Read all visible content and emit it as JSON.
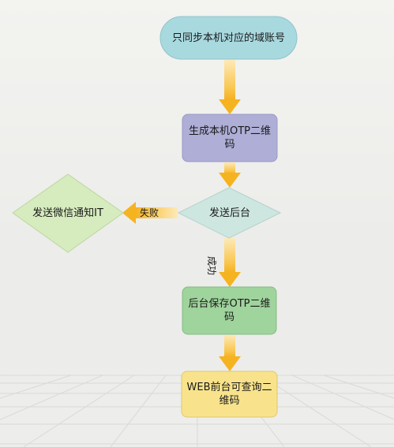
{
  "nodes": {
    "start": {
      "label": "只同步本机对应的域账号",
      "fill": "#a8d9df",
      "stroke": "#8fc4ca"
    },
    "generate": {
      "label": "生成本机OTP二维码",
      "fill": "#aeaed7",
      "stroke": "#9a9ac6"
    },
    "send": {
      "label": "发送后台",
      "fill": "#cde6e0",
      "stroke": "#b3d2cb"
    },
    "notify": {
      "label": "发送微信通知IT",
      "fill": "#d6ebbe",
      "stroke": "#bcd7a0"
    },
    "save": {
      "label": "后台保存OTP二维码",
      "fill": "#9fd49c",
      "stroke": "#86bd83"
    },
    "web": {
      "label": "WEB前台可查询二维码",
      "fill": "#f8e38c",
      "stroke": "#e0c86e"
    }
  },
  "edges": {
    "fail_label": "失败",
    "success_label": "成功"
  },
  "colors": {
    "arrow_top": "#fde7b0",
    "arrow_bottom": "#f6b21e"
  }
}
